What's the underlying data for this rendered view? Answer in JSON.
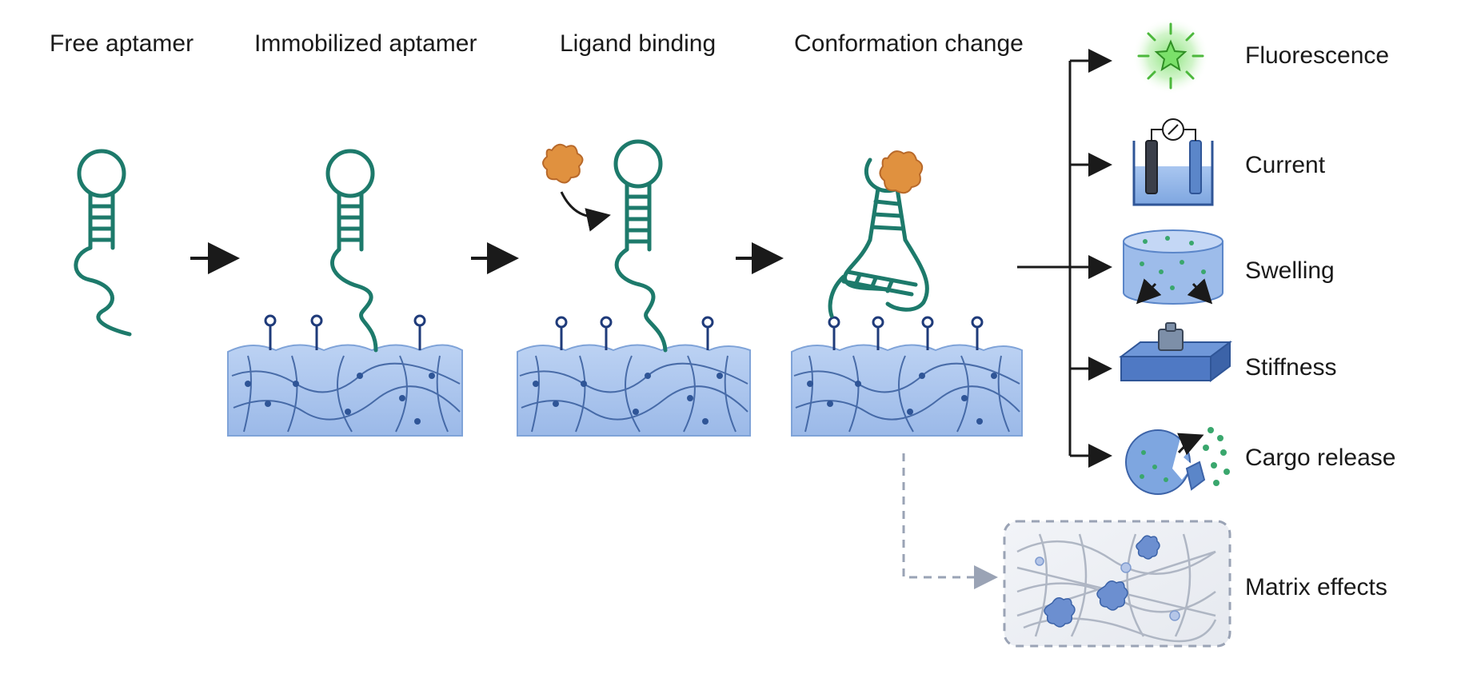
{
  "stages": [
    {
      "label": "Free aptamer"
    },
    {
      "label": "Immobilized aptamer"
    },
    {
      "label": "Ligand binding"
    },
    {
      "label": "Conformation change"
    }
  ],
  "outputs": [
    {
      "label": "Fluorescence",
      "icon": "fluorescence-star-icon"
    },
    {
      "label": "Current",
      "icon": "electrochemical-cell-icon"
    },
    {
      "label": "Swelling",
      "icon": "swelling-hydrogel-icon"
    },
    {
      "label": "Stiffness",
      "icon": "weight-on-block-icon"
    },
    {
      "label": "Cargo release",
      "icon": "cargo-release-capsule-icon"
    }
  ],
  "side_output": {
    "label": "Matrix effects",
    "icon": "matrix-network-icon"
  },
  "colors": {
    "aptamer": "#1d7a6b",
    "hydrogel": "#a9c4ee",
    "hydrogel_edge": "#7fa3d8",
    "network": "#2f5597",
    "ligand": "#e0913f",
    "fluorescence": "#5ec84a",
    "dashed": "#9aa3b5"
  }
}
